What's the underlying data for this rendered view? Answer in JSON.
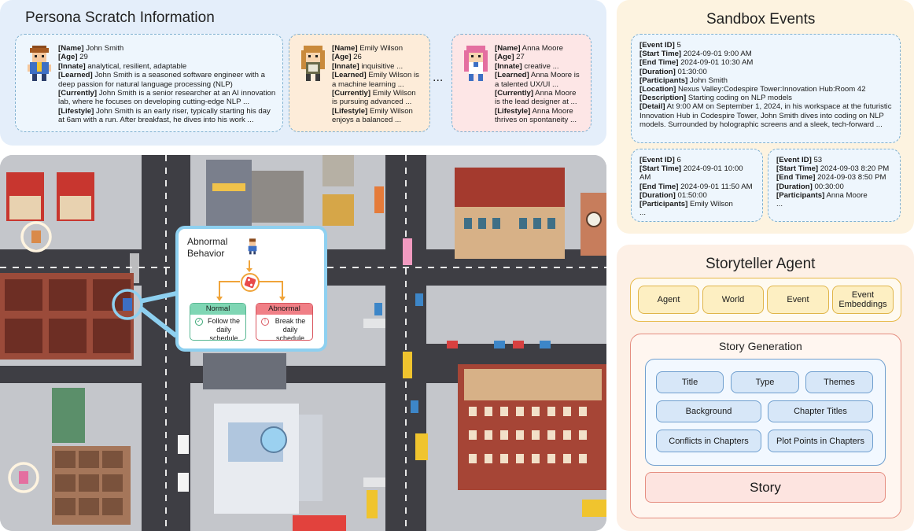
{
  "persona": {
    "title": "Persona Scratch Information",
    "ellipsis": "...",
    "cards": [
      {
        "lines": [
          [
            "[Name]",
            " John Smith"
          ],
          [
            "[Age]",
            " 29"
          ],
          [
            "[Innate]",
            " analytical, resilient, adaptable"
          ],
          [
            "[Learned]",
            " John Smith is a seasoned software engineer with a"
          ],
          [
            "",
            " deep passion for natural language processing (NLP)"
          ],
          [
            "[Currently]",
            " John Smith is a senior researcher at an AI innovation"
          ],
          [
            "",
            " lab, where he focuses on developing cutting-edge NLP ..."
          ],
          [
            "[Lifestyle]",
            " John Smith is an early riser, typically starting his day"
          ],
          [
            "",
            " at 6am with a run. After breakfast, he dives into his work ..."
          ]
        ]
      },
      {
        "lines": [
          [
            "[Name]",
            " Emily Wilson"
          ],
          [
            "[Age]",
            " 26"
          ],
          [
            "[Innate]",
            " inquisitive ..."
          ],
          [
            "[Learned]",
            " Emily Wilson is"
          ],
          [
            "",
            " a machine learning ..."
          ],
          [
            "[Currently]",
            " Emily Wilson"
          ],
          [
            "",
            " is pursuing advanced ..."
          ],
          [
            "[Lifestyle]",
            " Emily Wilson"
          ],
          [
            "",
            " enjoys a balanced ..."
          ]
        ]
      },
      {
        "lines": [
          [
            "[Name]",
            " Anna Moore"
          ],
          [
            "[Age]",
            " 27"
          ],
          [
            "[Innate]",
            " creative ..."
          ],
          [
            "[Learned]",
            " Anna Moore is"
          ],
          [
            "",
            " a talented UX/UI ..."
          ],
          [
            "[Currently]",
            " Anna Moore"
          ],
          [
            "",
            " is the lead designer at ..."
          ],
          [
            "[Lifestyle]",
            " Anna Moore"
          ],
          [
            "",
            " thrives on spontaneity ..."
          ]
        ]
      }
    ]
  },
  "sandbox": {
    "title": "Sandbox Events",
    "events": [
      {
        "lines": [
          [
            "[Event ID]",
            " 5"
          ],
          [
            "[Start Time]",
            " 2024-09-01 9:00 AM"
          ],
          [
            "[End Time]",
            " 2024-09-01 10:30 AM"
          ],
          [
            "[Duration]",
            " 01:30:00"
          ],
          [
            "[Participants]",
            " John Smith"
          ],
          [
            "[Location]",
            " Nexus Valley:Codespire Tower:Innovation Hub:Room 42"
          ],
          [
            "[Description]",
            " Starting coding on NLP models"
          ],
          [
            "[Detail]",
            " At 9:00 AM on September 1, 2024, in his workspace at the futuristic"
          ],
          [
            "",
            " Innovation Hub in Codespire Tower, John Smith dives into coding on NLP"
          ],
          [
            "",
            " models. Surrounded by holographic screens and a sleek, tech-forward ..."
          ]
        ]
      },
      {
        "lines": [
          [
            "[Event ID]",
            " 6"
          ],
          [
            "[Start Time]",
            " 2024-09-01 10:00 AM"
          ],
          [
            "[End Time]",
            " 2024-09-01 11:50 AM"
          ],
          [
            "[Duration]",
            " 01:50:00"
          ],
          [
            "[Participants]",
            " Emily Wilson"
          ],
          [
            "",
            " ..."
          ]
        ]
      },
      {
        "lines": [
          [
            "[Event ID]",
            " 53"
          ],
          [
            "[Start Time]",
            " 2024-09-03 8:20 PM"
          ],
          [
            "[End Time]",
            " 2024-09-03 8:50 PM"
          ],
          [
            "[Duration]",
            " 00:30:00"
          ],
          [
            "[Participants]",
            " Anna Moore"
          ],
          [
            "",
            " ..."
          ]
        ]
      }
    ]
  },
  "map": {
    "callout_title": "Abnormal Behavior",
    "normal_label": "Normal",
    "normal_text": "Follow the daily schedule",
    "abnormal_label": "Abnormal",
    "abnormal_text": "Break the daily schedule"
  },
  "storyteller": {
    "title": "Storyteller Agent",
    "inputs": [
      "Agent",
      "World",
      "Event",
      "Event Embeddings"
    ],
    "generation_title": "Story Generation",
    "elements": [
      "Title",
      "Type",
      "Themes",
      "Background",
      "Chapter Titles",
      "Conflicts in Chapters",
      "Plot Points in Chapters"
    ],
    "story": "Story"
  },
  "colors": {
    "persona_bg": "#e4eefa",
    "sandbox_bg": "#fdf3e0",
    "storyteller_bg": "#fdf0e6",
    "normal": "#7fd6b4",
    "abnormal": "#f07f86"
  }
}
